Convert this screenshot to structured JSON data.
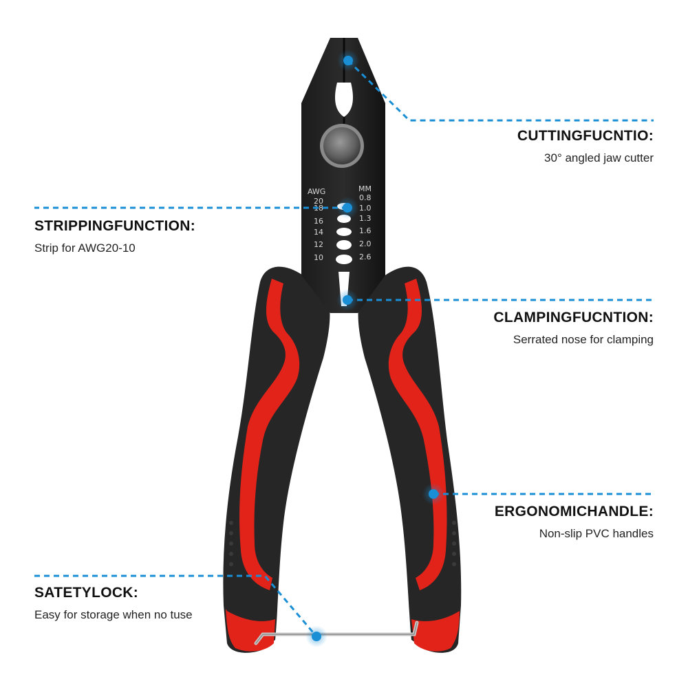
{
  "accent_color": "#1a8fd6",
  "handle_color": "#e2231a",
  "callouts": {
    "cutting": {
      "title": "CUTTINGFUCNTIO:",
      "desc": "30° angled jaw cutter"
    },
    "stripping": {
      "title": "STRIPPINGFUNCTION:",
      "desc": "Strip for AWG20-10"
    },
    "clamping": {
      "title": "CLAMPINGFUCNTION:",
      "desc": "Serrated nose for clamping"
    },
    "ergonomic": {
      "title": "ERGONOMICHANDLE:",
      "desc": "Non-slip PVC handles"
    },
    "lock": {
      "title": "SATETYLOCK:",
      "desc": "Easy for storage when no tuse"
    }
  },
  "tool_markings": {
    "awg_label": "AWG",
    "mm_label": "MM",
    "awg": [
      "20",
      "18",
      "16",
      "14",
      "12",
      "10"
    ],
    "mm": [
      "0.8",
      "1.0",
      "1.3",
      "1.6",
      "2.0",
      "2.6"
    ]
  }
}
